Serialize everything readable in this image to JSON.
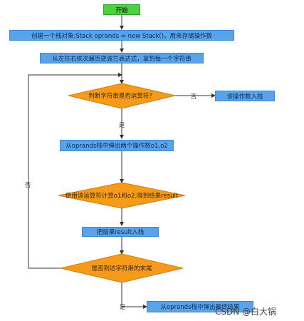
{
  "colors": {
    "start_fill": "#4cd13f",
    "process_fill": "#5aa3ea",
    "decision_fill": "#f59a1b",
    "line": "#333333"
  },
  "nodes": {
    "start": "开始",
    "create_stack": "创建一个栈对象:Stack oprands = new Stack()，用来存储操作数",
    "traverse": "从左往右依次遍历逆波兰表达式，拿到每一个字符串",
    "is_operator": "判断字符串是否运算符？",
    "push_operand": "该操作数入栈",
    "pop_two": "从oprands栈中弹出两个操作数o1,o2",
    "compute": "使用该运算符计算o1和o2,得到结果result",
    "push_result": "把结果result入栈",
    "is_end": "是否到达字符串的末尾",
    "pop_final": "从oprands栈中弹出最终结果"
  },
  "edge_labels": {
    "no_right": "否",
    "yes_down": "是",
    "no_loop": "否",
    "yes_end": "是"
  },
  "watermark": "CSDN @白大锅"
}
